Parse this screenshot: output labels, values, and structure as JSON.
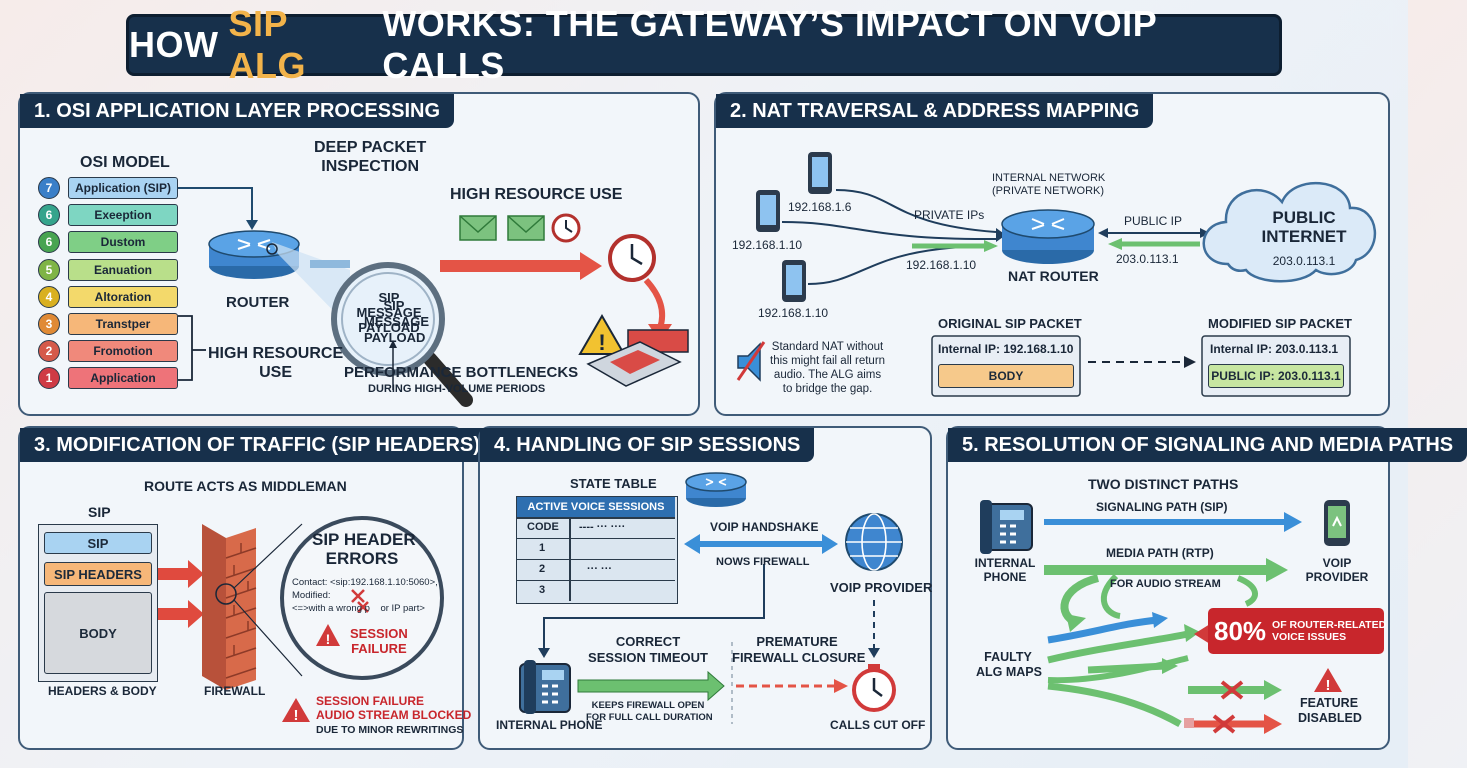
{
  "title": {
    "part1": "HOW",
    "highlight": "SIP ALG",
    "part2": "WORKS: THE GATEWAY’S IMPACT ON VOIP CALLS"
  },
  "colors": {
    "navy": "#17304b",
    "accent": "#f2b34a",
    "danger": "#c8262c",
    "green": "#6cc070",
    "blue": "#3a8fd8"
  },
  "panel1": {
    "heading": "1. OSI APPLICATION LAYER PROCESSING",
    "osi_title": "OSI MODEL",
    "layers": [
      {
        "num": "7",
        "label": "Application (SIP)",
        "color": "#a9d3f2",
        "numColor": "#3a7fc8"
      },
      {
        "num": "6",
        "label": "Exeeption",
        "color": "#7ed6c2",
        "numColor": "#35a48c"
      },
      {
        "num": "6",
        "label": "Dustom",
        "color": "#7fcf86",
        "numColor": "#48a451"
      },
      {
        "num": "5",
        "label": "Eanuation",
        "color": "#b9df8a",
        "numColor": "#7fb446"
      },
      {
        "num": "4",
        "label": "Altoration",
        "color": "#f3d96b",
        "numColor": "#d9b020"
      },
      {
        "num": "3",
        "label": "Transtper",
        "color": "#f6b779",
        "numColor": "#e08a35"
      },
      {
        "num": "2",
        "label": "Fromotion",
        "color": "#f0897b",
        "numColor": "#d55a4a"
      },
      {
        "num": "1",
        "label": "Application",
        "color": "#ee7379",
        "numColor": "#cf3b45"
      }
    ],
    "router_label": "ROUTER",
    "dpi_label": "DEEP PACKET\nINSPECTION",
    "lens_label": "SIP\nMESSAGE\nPAYLOAD",
    "payload_label": "SIP\nMESSAGE\nPAYLOAD",
    "high_resource_top": "HIGH RESOURCE USE",
    "high_resource_bottom": "HIGH RESOURCE\nUSE",
    "bottleneck_title": "PERFORMANCE BOTTLENECKS",
    "bottleneck_sub": "DURING HIGH-VOLUME PERIODS"
  },
  "panel2": {
    "heading": "2. NAT TRAVERSAL & ADDRESS MAPPING",
    "ip1": "192.168.1.6",
    "ip2": "192.168.1.10",
    "ip3": "192.168.1.10",
    "private_ips": "PRIVATE IPs",
    "internal_ip_path": "192.168.1.10",
    "internal_network": "INTERNAL NETWORK\n(PRIVATE NETWORK)",
    "nat_router": "NAT ROUTER",
    "public_ip_label": "PUBLIC IP",
    "public_ip_value": "203.0.113.1",
    "cloud_title": "PUBLIC\nINTERNET",
    "cloud_ip": "203.0.113.1",
    "note": "Standard NAT without\nthis might fail all return\naudio. The ALG aims\nto bridge the gap.",
    "original_title": "ORIGINAL SIP PACKET",
    "original_ip": "Internal IP: 192.168.1.10",
    "original_body": "BODY",
    "modified_title": "MODIFIED SIP PACKET",
    "modified_ip": "Internal IP: 203.0.113.1",
    "modified_public": "PUBLIC IP: 203.0.113.1"
  },
  "panel3": {
    "heading": "3. MODIFICATION OF TRAFFIC (SIP HEADERS)",
    "subtitle": "ROUTE ACTS AS MIDDLEMAN",
    "sip_label": "SIP",
    "rows": [
      "SIP",
      "SIP HEADERS",
      "BODY"
    ],
    "headers_body": "HEADERS & BODY",
    "firewall": "FIREWALL",
    "errors_title": "SIP HEADER\nERRORS",
    "errors_text": "Contact: <sip:192.168.1.10:5060>,\nModified:\n<=>with a wrong p    or IP part>",
    "session_failure": "SESSION\nFAILURE",
    "warning_title": "SESSION FAILURE\nAUDIO STREAM BLOCKED",
    "warning_sub": "DUE TO MINOR REWRITINGS"
  },
  "panel4": {
    "heading": "4. HANDLING OF SIP SESSIONS",
    "state_table": "STATE TABLE",
    "table_title": "ACTIVE VOICE SESSIONS",
    "col_code": "CODE",
    "col_dots": "----   ··· ····",
    "rows": [
      "1",
      "2",
      "3"
    ],
    "row2_dots": "···        ···",
    "handshake": "VOIP HANDSHAKE",
    "nows": "NOWS FIREWALL",
    "provider": "VOIP PROVIDER",
    "correct_timeout": "CORRECT\nSESSION TIMEOUT",
    "keeps_open": "KEEPS FIREWALL OPEN\nFOR FULL CALL DURATION",
    "premature": "PREMATURE\nFIREWALL CLOSURE",
    "internal_phone": "INTERNAL PHONE",
    "calls_cut": "CALLS CUT OFF"
  },
  "panel5": {
    "heading": "5. RESOLUTION OF SIGNALING AND MEDIA PATHS",
    "two_paths": "TWO DISTINCT PATHS",
    "signaling": "SIGNALING PATH (SIP)",
    "media": "MEDIA PATH (RTP)",
    "audio": "FOR AUDIO STREAM",
    "internal_phone": "INTERNAL\nPHONE",
    "voip_provider": "VOIP\nPROVIDER",
    "stat_value": "80%",
    "stat_text": "OF ROUTER-RELATED\nVOICE ISSUES",
    "faulty": "FAULTY\nALG MAPS",
    "feature_disabled": "FEATURE\nDISABLED"
  }
}
